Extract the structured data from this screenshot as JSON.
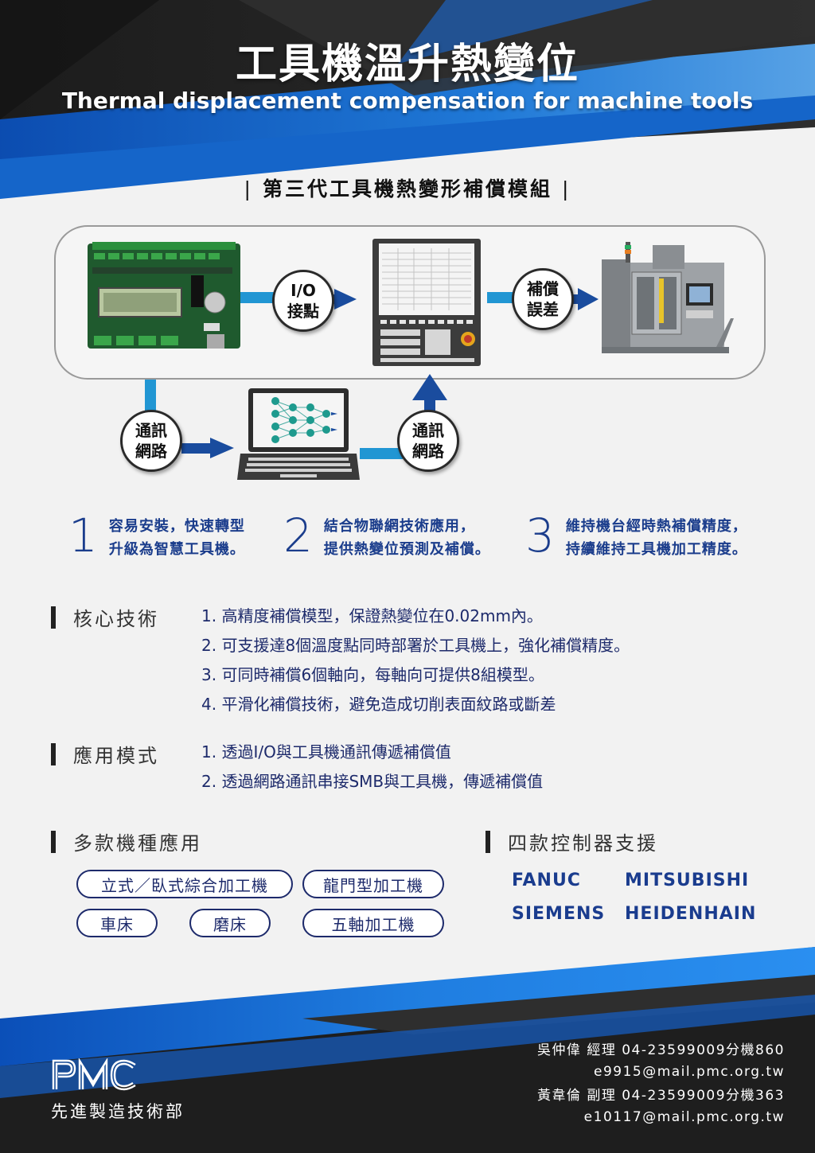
{
  "header": {
    "title": "工具機溫升熱變位",
    "subtitle": "Thermal displacement compensation for machine tools"
  },
  "module": {
    "bar_left": "|",
    "title": "第三代工具機熱變形補償模組",
    "bar_right": "|"
  },
  "diagram": {
    "bubble_io": [
      "I/O",
      "接點"
    ],
    "bubble_comp": [
      "補償",
      "誤差"
    ],
    "bubble_net_left": [
      "通訊",
      "網路"
    ],
    "bubble_net_right": [
      "通訊",
      "網路"
    ],
    "accent_color": "#2196d3",
    "arrow_color": "#1a4c9e"
  },
  "features": [
    {
      "num": "1",
      "line1": "容易安裝，快速轉型",
      "line2": "升級為智慧工具機。"
    },
    {
      "num": "2",
      "line1": "結合物聯網技術應用，",
      "line2": "提供熱變位預測及補償。"
    },
    {
      "num": "3",
      "line1": "維持機台經時熱補償精度，",
      "line2": "持續維持工具機加工精度。"
    }
  ],
  "core_tech": {
    "label": "核心技術",
    "items": [
      "1. 高精度補償模型，保證熱變位在0.02mm內。",
      "2. 可支援達8個溫度點同時部署於工具機上，強化補償精度。",
      "3. 可同時補償6個軸向，每軸向可提供8組模型。",
      "4. 平滑化補償技術，避免造成切削表面紋路或斷差"
    ]
  },
  "app_mode": {
    "label": "應用模式",
    "items": [
      "1. 透過I/O與工具機通訊傳遞補償值",
      "2. 透過網路通訊串接SMB與工具機，傳遞補償值"
    ]
  },
  "machines": {
    "label": "多款機種應用",
    "items": [
      "立式／臥式綜合加工機",
      "龍門型加工機",
      "車床",
      "磨床",
      "五軸加工機"
    ]
  },
  "controllers": {
    "label": "四款控制器支援",
    "items": [
      "FANUC",
      "MITSUBISHI",
      "SIEMENS",
      "HEIDENHAIN"
    ]
  },
  "footer": {
    "logo": "PMC",
    "dept": "先進製造技術部",
    "contacts": [
      {
        "line1": "吳仲偉 經理 04-23599009分機860",
        "line2": "e9915@mail.pmc.org.tw"
      },
      {
        "line1": "黃韋倫 副理 04-23599009分機363",
        "line2": "e10117@mail.pmc.org.tw"
      }
    ]
  }
}
